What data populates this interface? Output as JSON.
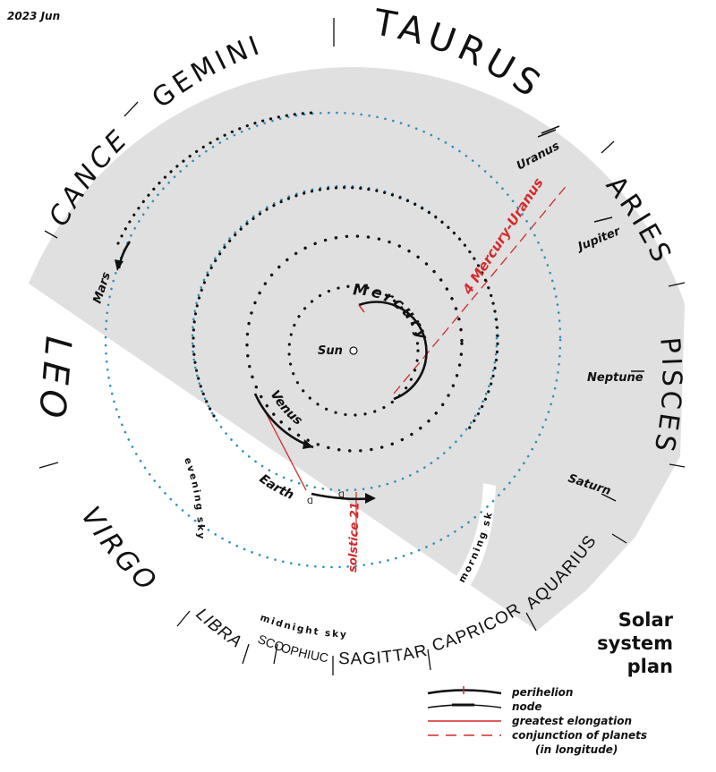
{
  "date": "2023 Jun",
  "title": {
    "line1": "Solar",
    "line2": "system",
    "line3": "plan"
  },
  "constellations": {
    "taurus": "TAURUS",
    "gemini": "GEMINI",
    "cancer": "CANCER",
    "leo": "LEO",
    "virgo": "VIRGO",
    "libra": "LIBRA",
    "scorpius": "SCO.",
    "ophiuchus": "OPHIUCHUS",
    "sagittarius": "SAGITTARIUS",
    "capricornus": "CAPRICORNUS",
    "aquarius": "AQUARIUS",
    "pisces": "PISCES",
    "aries": "ARIES"
  },
  "bodies": {
    "sun": "Sun",
    "mercury": "Mercury",
    "venus": "Venus",
    "earth": "Earth",
    "mars": "Mars",
    "jupiter": "Jupiter",
    "saturn": "Saturn",
    "uranus": "Uranus",
    "neptune": "Neptune"
  },
  "events": {
    "conjunction": "4 Mercury-Uranus",
    "solstice": "solstice 21"
  },
  "sky_regions": {
    "evening": "evening sky",
    "midnight": "midnight sky",
    "morning": "morning sky"
  },
  "legend": {
    "perihelion": "perihelion",
    "node": "node",
    "elongation": "greatest elongation",
    "conjunction": "conjunction of planets",
    "conjunction_note": "(in longitude)"
  },
  "colors": {
    "shade": "#e0e0e0",
    "ink": "#111111",
    "red": "#d42a2a",
    "blue_dots": "#2a8fc2"
  }
}
